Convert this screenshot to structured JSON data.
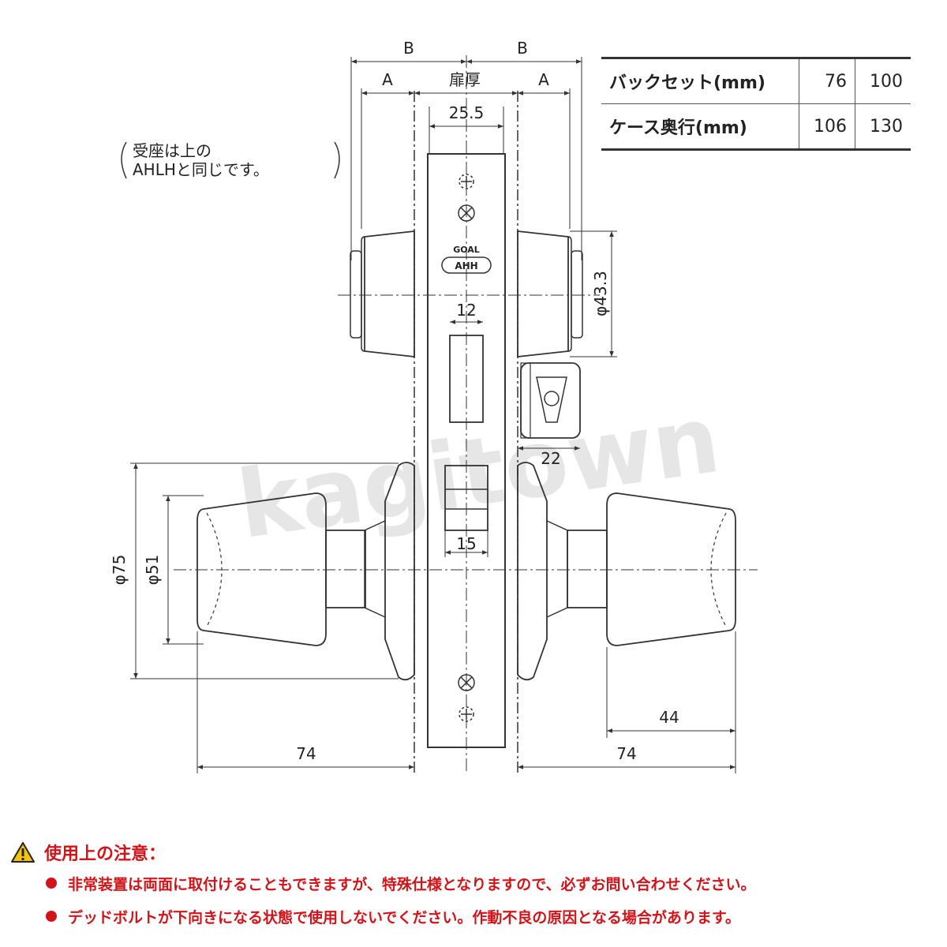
{
  "watermark": "kagitown",
  "dimensions": {
    "b_left": "B",
    "b_right": "B",
    "a_left": "A",
    "a_right": "A",
    "door_thickness": "扉厚",
    "faceplate_width": "25.5",
    "phi_43_3": "φ43.3",
    "bolt_width": "12",
    "strike_offset": "22",
    "latch_width": "15",
    "phi_75": "φ75",
    "phi_51": "φ51",
    "left_length": "74",
    "right_length": "74",
    "knob_length": "44"
  },
  "brand_mark": {
    "top": "GOAL",
    "bottom": "AHH"
  },
  "side_note": {
    "line1": "受座は上の",
    "line2": "AHLHと同じです。"
  },
  "spec_table": {
    "rows": [
      {
        "label": "バックセット(mm)",
        "v1": "76",
        "v2": "100"
      },
      {
        "label": "ケース奥行(mm)",
        "v1": "106",
        "v2": "130"
      }
    ]
  },
  "notes": {
    "title": "使用上の注意：",
    "items": [
      "非常装置は両面に取付けることもできますが、特殊仕様となりますので、必ずお問い合わせください。",
      "デッドボルトが下向きになる状態で使用しないでください。作動不良の原因となる場合があります。"
    ]
  },
  "colors": {
    "warning": "#d2141a",
    "line": "#333333"
  }
}
